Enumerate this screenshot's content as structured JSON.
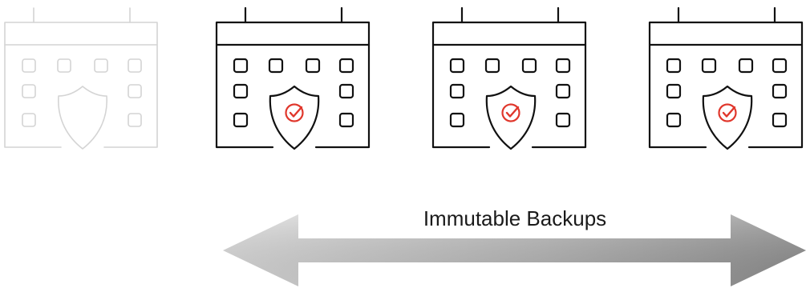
{
  "arrow": {
    "label": "Immutable Backups"
  },
  "calendars": [
    {
      "state": "faded"
    },
    {
      "state": "active"
    },
    {
      "state": "active"
    },
    {
      "state": "active"
    }
  ],
  "colors": {
    "active_stroke": "#111111",
    "faded_stroke": "#d4d4d4",
    "checkmark": "#e0372c",
    "arrow_light": "#dcdcdc",
    "arrow_dark": "#8e8e8e",
    "background": "#ffffff"
  },
  "icons": {
    "calendar": "calendar-icon",
    "shield": "shield-check-icon"
  }
}
